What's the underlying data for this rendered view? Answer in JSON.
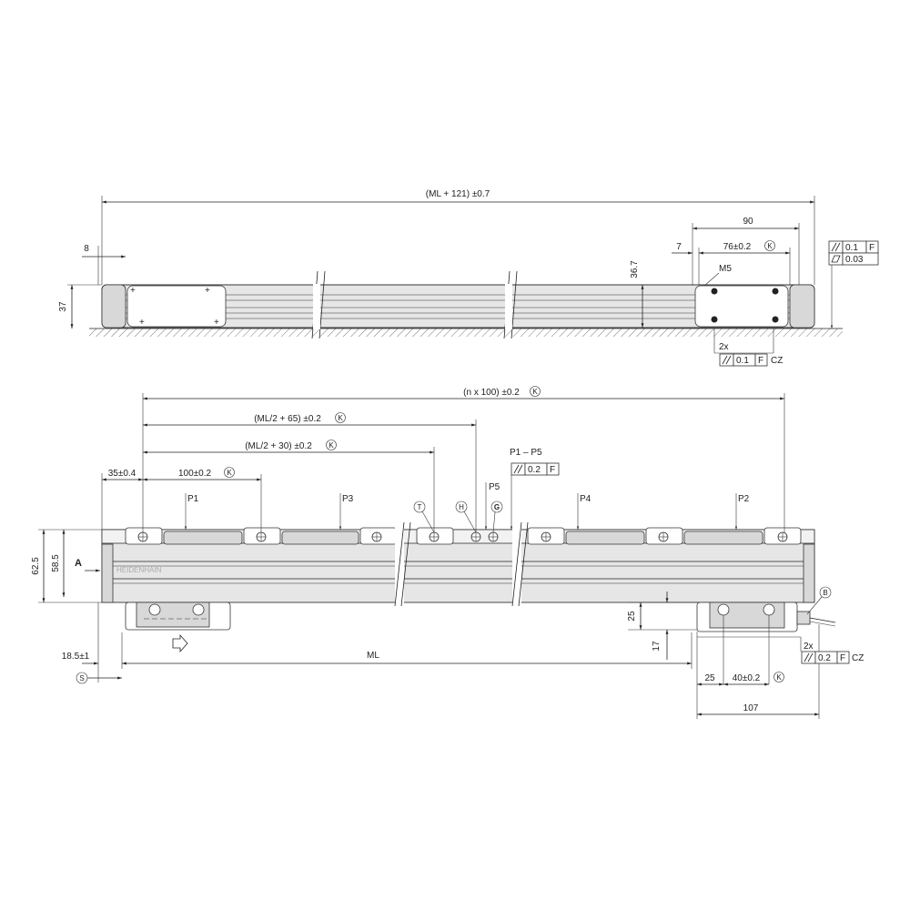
{
  "top_view": {
    "overall_length": "(ML + 121) ±0.7",
    "dim_8": "8",
    "dim_37": "37",
    "dim_36_7": "36.7",
    "dim_90": "90",
    "dim_7": "7",
    "dim_76": "76±0.2",
    "thread": "M5",
    "tol_parallel": "0.1",
    "tol_datum": "F",
    "tol_flatness": "0.03",
    "count_2x": "2x",
    "tol_bottom": "0.1",
    "tol_bottom_datum": "F",
    "cz": "CZ"
  },
  "front_view": {
    "n_x_100": "(n x 100) ±0.2",
    "ml2_65": "(ML/2 + 65) ±0.2",
    "ml2_30": "(ML/2 + 30) ±0.2",
    "dim_35": "35±0.4",
    "dim_100": "100±0.2",
    "p1_p5": "P1 – P5",
    "p1_p5_tol": "0.2",
    "p1_p5_datum": "F",
    "p1": "P1",
    "p2": "P2",
    "p3": "P3",
    "p4": "P4",
    "p5": "P5",
    "marker_t": "T",
    "marker_h": "H",
    "marker_g": "G",
    "marker_k": "K",
    "marker_b": "B",
    "marker_s": "S",
    "dim_62_5": "62.5",
    "dim_58_5": "58.5",
    "view_a": "A",
    "brand": "HEIDENHAIN",
    "dim_18_5": "18.5±1",
    "ml": "ML",
    "dim_25_v": "25",
    "dim_17": "17",
    "dim_25_h": "25",
    "dim_40": "40±0.2",
    "dim_107": "107",
    "count_2x": "2x",
    "tol_right": "0.2",
    "tol_right_datum": "F",
    "cz": "CZ"
  }
}
